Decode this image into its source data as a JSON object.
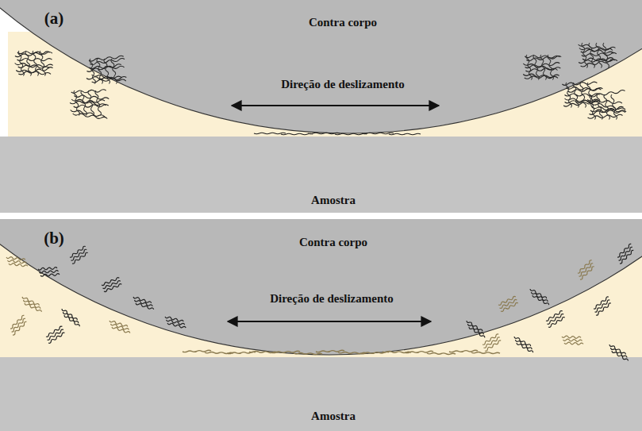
{
  "diagram": {
    "labels": [
      "(a)",
      "Contra corpo",
      "Direção de deslizamento",
      "Amostra",
      "(b)",
      "Contra corpo",
      "Direção de deslizamento",
      "Amostra"
    ]
  }
}
